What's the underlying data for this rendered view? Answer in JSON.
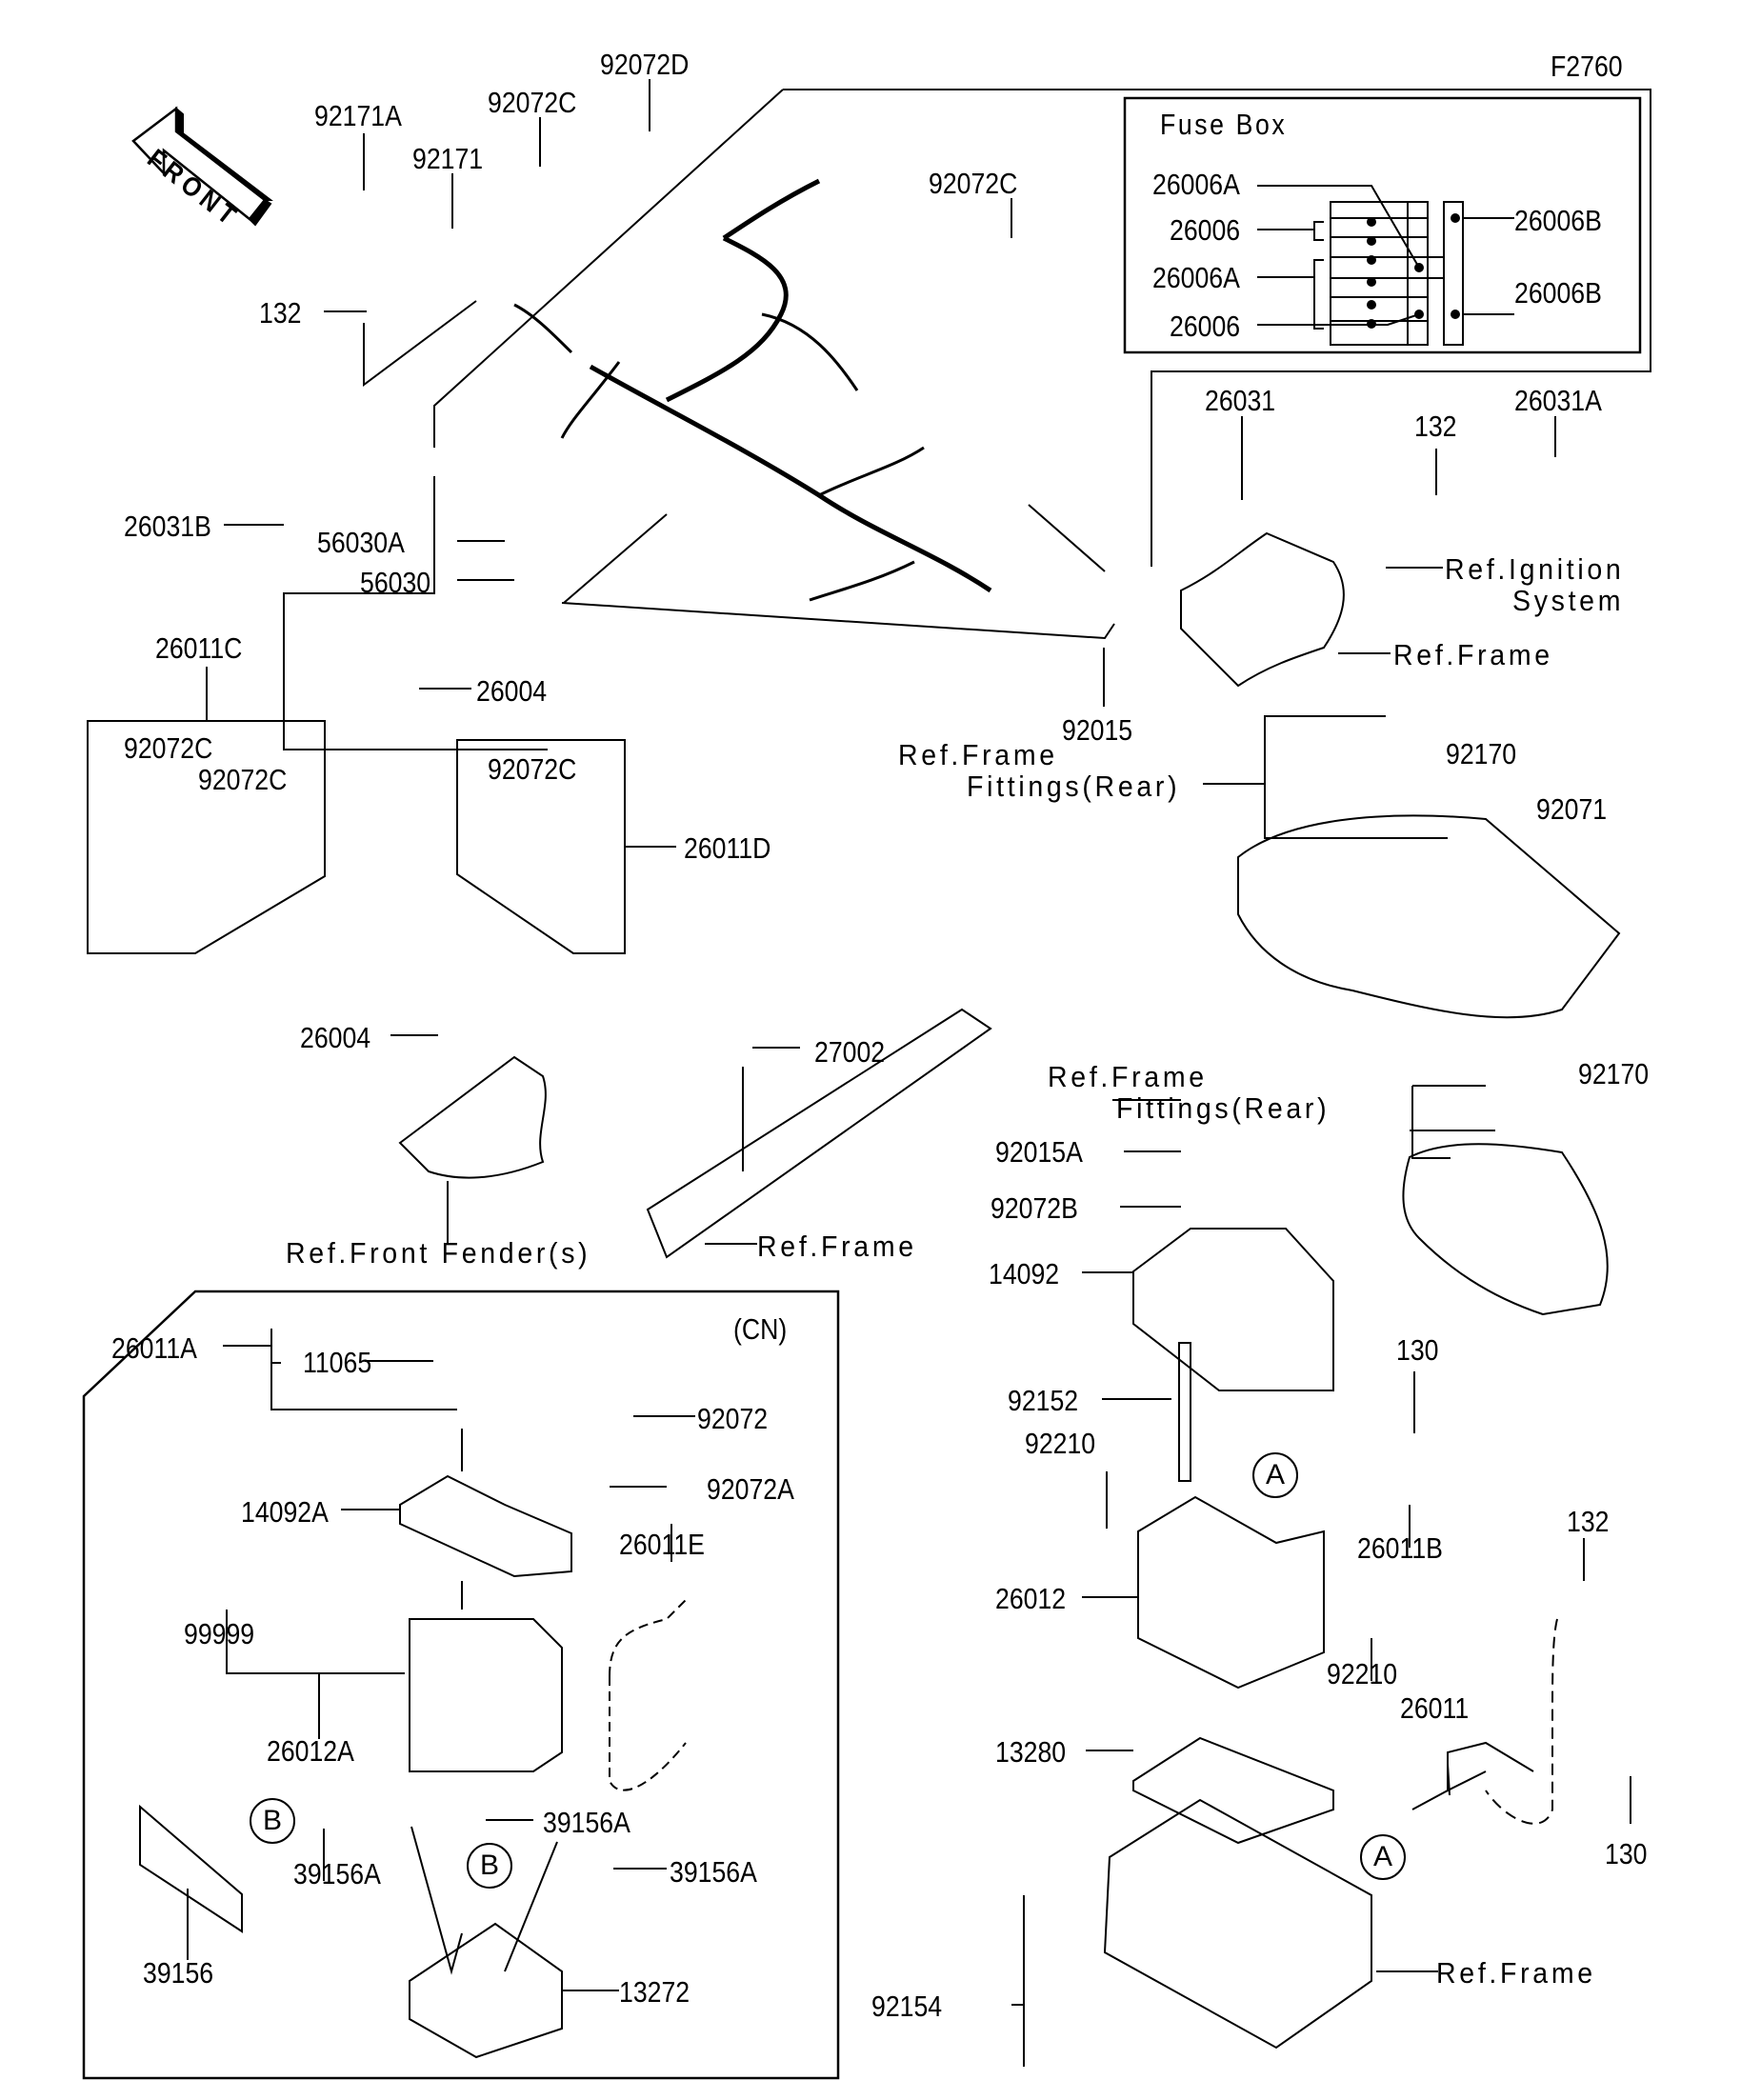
{
  "diagram": {
    "figure_id": "F2760",
    "direction_arrow": "FRONT",
    "fuse_box": {
      "title": "Fuse Box",
      "parts": [
        "26006A",
        "26006",
        "26006A",
        "26006",
        "26006B",
        "26006B"
      ]
    },
    "harness_group": {
      "parts": [
        "92072D",
        "92171A",
        "92072C",
        "92171",
        "92072C",
        "132",
        "26031B",
        "56030A",
        "56030",
        "26004",
        "92015"
      ]
    },
    "ignition_group": {
      "parts": [
        "26031",
        "132",
        "26031A"
      ],
      "refs": [
        "Ref.Ignition System",
        "Ref.Frame"
      ]
    },
    "kit_26011C": {
      "label": "26011C",
      "parts": [
        "92072C",
        "92072C"
      ]
    },
    "kit_26011D": {
      "label": "26011D",
      "parts": [
        "92072C"
      ]
    },
    "rear_fittings_top": {
      "ref": "Ref.Frame Fittings(Rear)",
      "parts": [
        "92170",
        "92071"
      ]
    },
    "front_fender_group": {
      "parts": [
        "26004"
      ],
      "ref": "Ref.Front Fender(s)"
    },
    "frame_group": {
      "parts": [
        "27002"
      ],
      "ref": "Ref.Frame"
    },
    "cn_box": {
      "region": "(CN)",
      "parts": [
        "26011A",
        "11065",
        "92072",
        "92072A",
        "14092A",
        "26011E",
        "99999",
        "26012A",
        "39156",
        "39156A",
        "39156A",
        "39156A",
        "13272"
      ],
      "callouts": [
        "B",
        "B"
      ]
    },
    "battery_group": {
      "ref_top": "Ref.Frame Fittings(Rear)",
      "parts": [
        "92170",
        "92015A",
        "92072B",
        "14092",
        "92152",
        "130",
        "92210",
        "26011B",
        "26012",
        "92210",
        "132",
        "13280",
        "26011",
        "130",
        "92154"
      ],
      "callouts": [
        "A",
        "A"
      ],
      "ref_bottom": "Ref.Frame"
    }
  },
  "labels": {
    "f2760": "F2760",
    "front": "FRONT",
    "fusebox_title": "Fuse Box",
    "fb_26006A_1": "26006A",
    "fb_26006_1": "26006",
    "fb_26006A_2": "26006A",
    "fb_26006_2": "26006",
    "fb_26006B_1": "26006B",
    "fb_26006B_2": "26006B",
    "p92072D": "92072D",
    "p92171A": "92171A",
    "p92072C_a": "92072C",
    "p92171": "92171",
    "p92072C_b": "92072C",
    "p132_a": "132",
    "p26031B": "26031B",
    "p56030A": "56030A",
    "p56030": "56030",
    "p26004_a": "26004",
    "p92015": "92015",
    "p26031": "26031",
    "p132_b": "132",
    "p26031A": "26031A",
    "ref_ignition_1": "Ref.Ignition",
    "ref_ignition_2": "System",
    "ref_frame_a": "Ref.Frame",
    "p26011C": "26011C",
    "k1_92072C_a": "92072C",
    "k1_92072C_b": "92072C",
    "k2_92072C": "92072C",
    "p26011D": "26011D",
    "ref_frame_fit_a1": "Ref.Frame",
    "ref_frame_fit_a2": "Fittings(Rear)",
    "p92170_a": "92170",
    "p92071": "92071",
    "p26004_b": "26004",
    "ref_front_fender": "Ref.Front Fender(s)",
    "p27002": "27002",
    "ref_frame_b": "Ref.Frame",
    "ref_frame_fit_b1": "Ref.Frame",
    "ref_frame_fit_b2": "Fittings(Rear)",
    "p92170_b": "92170",
    "p92015A": "92015A",
    "p92072B": "92072B",
    "p14092": "14092",
    "p92152": "92152",
    "p130_a": "130",
    "p92210_a": "92210",
    "p26011B": "26011B",
    "p26012": "26012",
    "p92210_b": "92210",
    "p132_c": "132",
    "p13280": "13280",
    "p26011": "26011",
    "p130_b": "130",
    "p92154": "92154",
    "ref_frame_c": "Ref.Frame",
    "cn": "(CN)",
    "p26011A": "26011A",
    "p11065": "11065",
    "p92072": "92072",
    "p92072A": "92072A",
    "p14092A": "14092A",
    "p26011E": "26011E",
    "p99999": "99999",
    "p26012A": "26012A",
    "p39156": "39156",
    "p39156A_a": "39156A",
    "p39156A_b": "39156A",
    "p39156A_c": "39156A",
    "p13272": "13272",
    "callout_A": "A",
    "callout_B": "B"
  }
}
